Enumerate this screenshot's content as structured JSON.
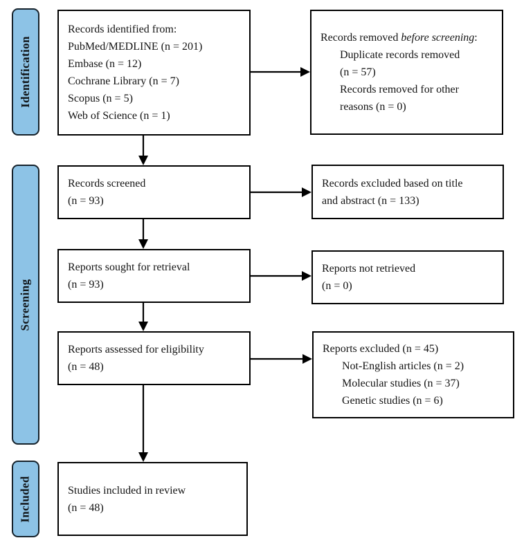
{
  "colors": {
    "stage_fill": "#8dc3e6",
    "stage_border": "#16222b",
    "box_border": "#000000",
    "arrow": "#000000",
    "text": "#131313",
    "background": "#ffffff"
  },
  "stages": {
    "identification": "Identification",
    "screening": "Screening",
    "included": "Included"
  },
  "flow": {
    "identified": {
      "lines": [
        "Records identified from:",
        "PubMed/MEDLINE (n = 201)",
        "Embase (n = 12)",
        "Cochrane Library (n = 7)",
        "Scopus (n = 5)",
        "Web of Science (n = 1)"
      ]
    },
    "screened": {
      "lines": [
        "Records screened",
        "(n = 93)"
      ]
    },
    "sought": {
      "lines": [
        "Reports sought for retrieval",
        "(n = 93)"
      ]
    },
    "assessed": {
      "lines": [
        "Reports assessed for eligibility",
        "(n = 48)"
      ]
    },
    "included": {
      "lines": [
        "Studies included in review",
        "(n = 48)"
      ]
    }
  },
  "exclusions": {
    "removed_before_screening": {
      "title_prefix": "Records removed ",
      "title_italic": "before screening",
      "title_suffix": ":",
      "detail_lines": [
        "Duplicate records removed",
        "(n = 57)",
        "Records removed for other",
        "reasons (n = 0)"
      ]
    },
    "excluded_title_abstract": {
      "lines": [
        "Records excluded based on title",
        "and abstract (n = 133)"
      ]
    },
    "not_retrieved": {
      "lines": [
        "Reports not retrieved",
        "(n = 0)"
      ]
    },
    "excluded_eligibility": {
      "title": "Reports excluded (n = 45)",
      "detail_lines": [
        "Not-English articles (n = 2)",
        "Molecular studies (n = 37)",
        "Genetic studies (n = 6)"
      ]
    }
  }
}
